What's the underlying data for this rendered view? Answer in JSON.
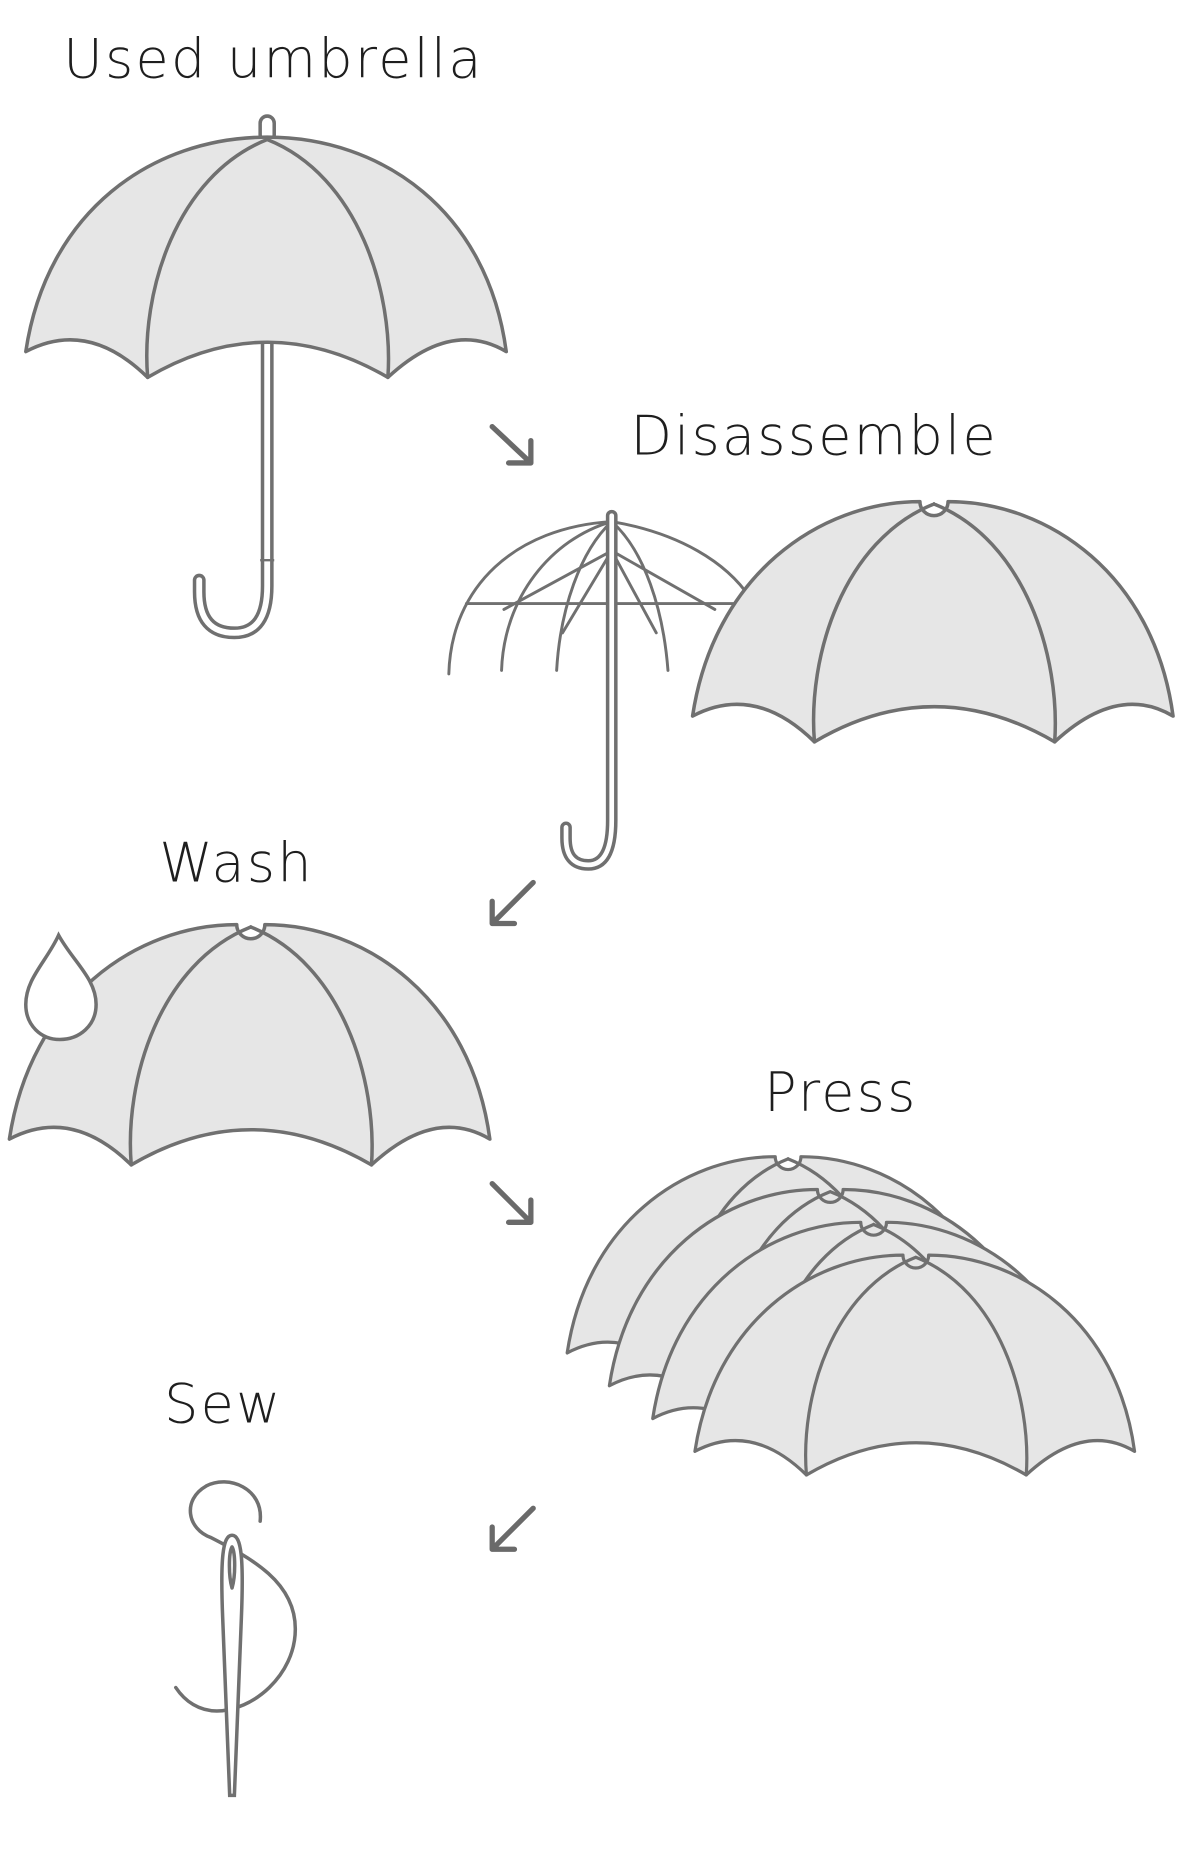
{
  "steps": [
    {
      "label": "Used umbrella"
    },
    {
      "label": "Disassemble"
    },
    {
      "label": "Wash"
    },
    {
      "label": "Press"
    },
    {
      "label": "Sew"
    }
  ],
  "colors": {
    "outline": "#707070",
    "fill": "#e6e6e6",
    "text": "#1e1e1e"
  }
}
